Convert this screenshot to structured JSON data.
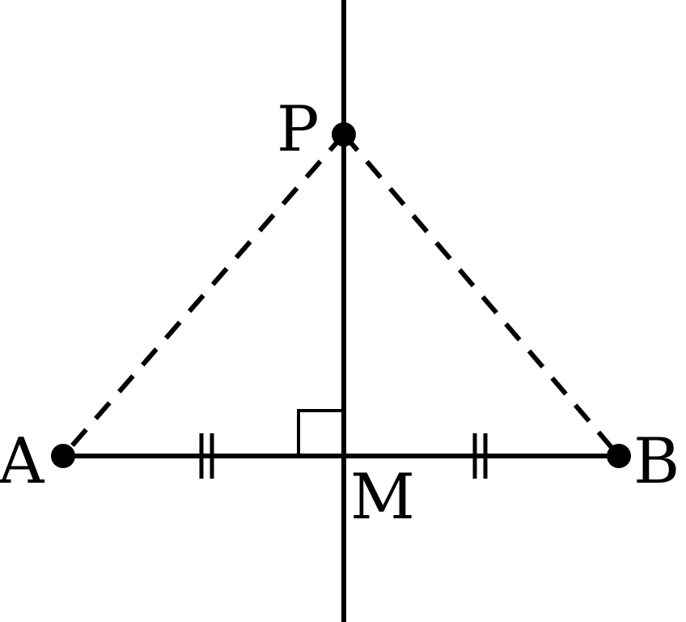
{
  "diagram": {
    "points": {
      "A": {
        "label": "A"
      },
      "B": {
        "label": "B"
      },
      "P": {
        "label": "P"
      },
      "M": {
        "label": "M"
      }
    },
    "colors": {
      "stroke": "#000000",
      "background": "#ffffff"
    }
  }
}
